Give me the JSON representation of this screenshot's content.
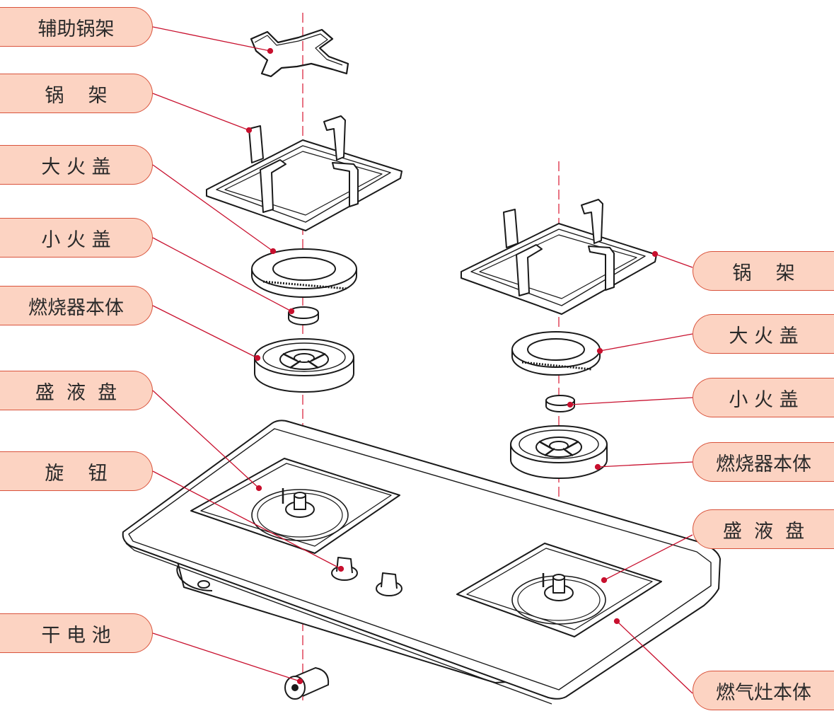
{
  "diagram": {
    "labels_left": [
      {
        "id": "aux-pot-rack",
        "text": "辅助锅架"
      },
      {
        "id": "pot-rack-left",
        "text": "锅    架"
      },
      {
        "id": "large-fire-cap-left",
        "text": "大 火 盖"
      },
      {
        "id": "small-fire-cap-left",
        "text": "小 火 盖"
      },
      {
        "id": "burner-body-left",
        "text": "燃烧器本体"
      },
      {
        "id": "drip-tray-left",
        "text": "盛  液  盘"
      },
      {
        "id": "knob",
        "text": "旋    钮"
      },
      {
        "id": "battery",
        "text": "干 电 池"
      }
    ],
    "labels_right": [
      {
        "id": "pot-rack-right",
        "text": "锅    架"
      },
      {
        "id": "large-fire-cap-right",
        "text": "大 火 盖"
      },
      {
        "id": "small-fire-cap-right",
        "text": "小 火 盖"
      },
      {
        "id": "burner-body-right",
        "text": "燃烧器本体"
      },
      {
        "id": "drip-tray-right",
        "text": "盛  液  盘"
      },
      {
        "id": "stove-body",
        "text": "燃气灶本体"
      }
    ],
    "colors": {
      "label_fill": "#fcd3c2",
      "label_border": "#d9533c",
      "leader_line": "#c8102e",
      "axis_line": "#e0455a",
      "drawing_stroke": "#1a1a1a"
    }
  }
}
